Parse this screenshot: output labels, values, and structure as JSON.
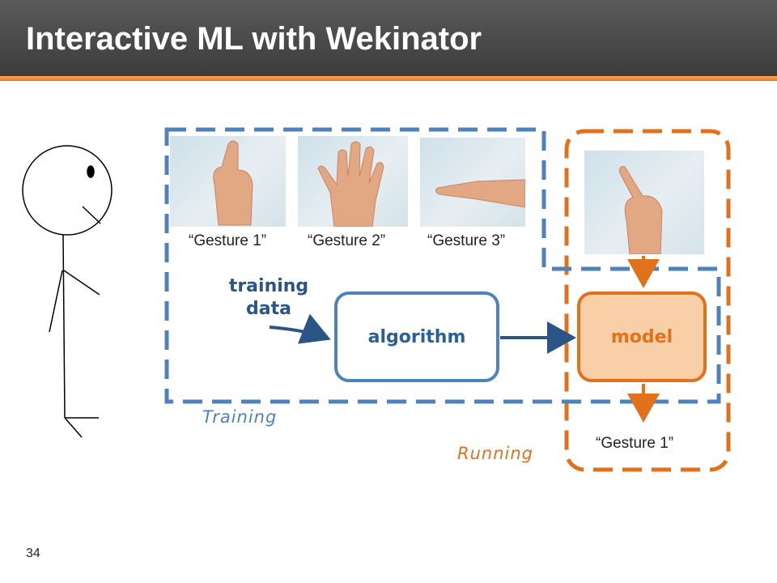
{
  "slide": {
    "title": "Interactive ML with Wekinator",
    "page_number": "34"
  },
  "training": {
    "gestures": [
      {
        "label": "“Gesture 1”",
        "icon": "pointing-hand-photo"
      },
      {
        "label": "“Gesture 2”",
        "icon": "open-hand-photo"
      },
      {
        "label": "“Gesture 3”",
        "icon": "flat-hand-photo"
      }
    ],
    "data_label": "training\ndata",
    "algorithm_label": "algorithm",
    "region_label": "Training"
  },
  "running": {
    "input_icon": "pointing-hand-photo",
    "model_label": "model",
    "output_label": "“Gesture 1”",
    "region_label": "Running"
  },
  "colors": {
    "training": "#4f82bd",
    "running": "#e2711c",
    "model_fill": "#f9cfa8",
    "title_bar": "#404040",
    "accent": "#e57a1e"
  }
}
